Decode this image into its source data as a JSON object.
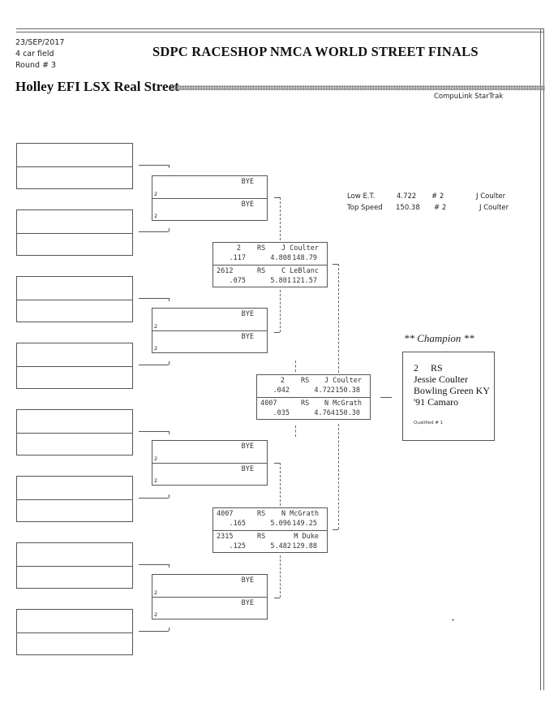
{
  "header": {
    "date": "23/SEP/2017",
    "field": "4 car field",
    "round": "Round # 3",
    "event_title": "SDPC RACESHOP NMCA WORLD STREET FINALS",
    "class_title": "Holley EFI LSX Real Street",
    "software": "CompuLink StarTrak"
  },
  "round1": {
    "slots": [
      {
        "top": "",
        "bottom": ""
      },
      {
        "top": "",
        "bottom": ""
      },
      {
        "top": "",
        "bottom": ""
      },
      {
        "top": "",
        "bottom": ""
      },
      {
        "top": "",
        "bottom": ""
      },
      {
        "top": "",
        "bottom": ""
      },
      {
        "top": "",
        "bottom": ""
      },
      {
        "top": "",
        "bottom": ""
      }
    ]
  },
  "round2": {
    "pairs": [
      {
        "top": {
          "label": "BYE",
          "seed": "2"
        },
        "bottom": {
          "label": "BYE",
          "seed": "2"
        }
      },
      {
        "top": {
          "label": "BYE",
          "seed": "2"
        },
        "bottom": {
          "label": "BYE",
          "seed": "2"
        }
      },
      {
        "top": {
          "label": "BYE",
          "seed": "2"
        },
        "bottom": {
          "label": "BYE",
          "seed": "2"
        }
      },
      {
        "top": {
          "label": "BYE",
          "seed": "2"
        },
        "bottom": {
          "label": "BYE",
          "seed": "2"
        }
      }
    ]
  },
  "semifinals": [
    {
      "entries": [
        {
          "car_number": "2",
          "class": "RS",
          "driver": "J Coulter",
          "reaction": ".117",
          "et": "4.808",
          "mph": "148.79"
        },
        {
          "car_number": "2612",
          "class": "RS",
          "driver": "C LeBlanc",
          "reaction": ".075",
          "et": "5.801",
          "mph": "121.57"
        }
      ]
    },
    {
      "entries": [
        {
          "car_number": "4007",
          "class": "RS",
          "driver": "N McGrath",
          "reaction": ".165",
          "et": "5.096",
          "mph": "149.25"
        },
        {
          "car_number": "2315",
          "class": "RS",
          "driver": "M Duke",
          "reaction": ".125",
          "et": "5.482",
          "mph": "129.88"
        }
      ]
    }
  ],
  "final": {
    "entries": [
      {
        "car_number": "2",
        "class": "RS",
        "driver": "J Coulter",
        "reaction": ".042",
        "et": "4.722",
        "mph": "150.38"
      },
      {
        "car_number": "4007",
        "class": "RS",
        "driver": "N McGrath",
        "reaction": ".035",
        "et": "4.764",
        "mph": "150.30"
      }
    ]
  },
  "stats": {
    "low_et": {
      "label": "Low  E.T.",
      "value": "4.722",
      "car": "# 2",
      "driver": "J Coulter"
    },
    "top_speed": {
      "label": "Top Speed",
      "value": "150.38",
      "car": "# 2",
      "driver": "J Coulter"
    }
  },
  "champion": {
    "heading": "** Champion **",
    "car_line": "2     RS",
    "name": "Jessie Coulter",
    "hometown": "Bowling Green KY",
    "car": "'91 Camaro",
    "qualified": "Qualified # 1"
  }
}
